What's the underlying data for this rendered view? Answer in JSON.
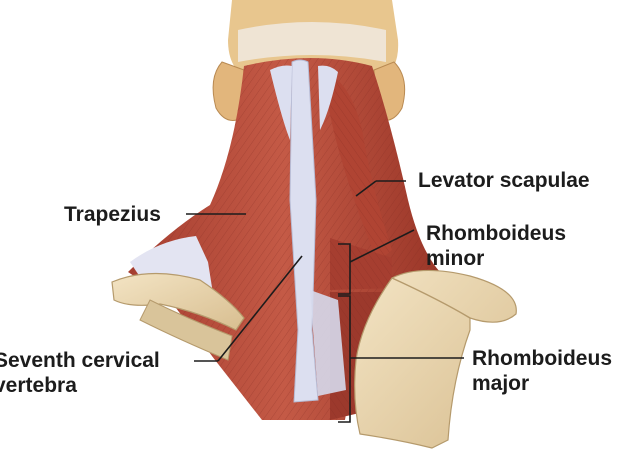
{
  "labels": {
    "trapezius": "Trapezius",
    "levator_scapulae": "Levator scapulae",
    "rhomboideus_minor": [
      "Rhomboideus",
      "minor"
    ],
    "seventh_cervical_vertebra": [
      "Seventh cervical",
      "vertebra"
    ],
    "rhomboideus_major": [
      "Rhomboideus",
      "major"
    ]
  },
  "colors": {
    "muscle": "#b84a3a",
    "muscle_dark": "#8e2f24",
    "muscle_light": "#d77a66",
    "tendon": "#dcdff0",
    "bone": "#ead7b3",
    "bone_shadow": "#c9ad80",
    "skin": "#e8c68e",
    "leader_line": "#1c1c1c"
  }
}
